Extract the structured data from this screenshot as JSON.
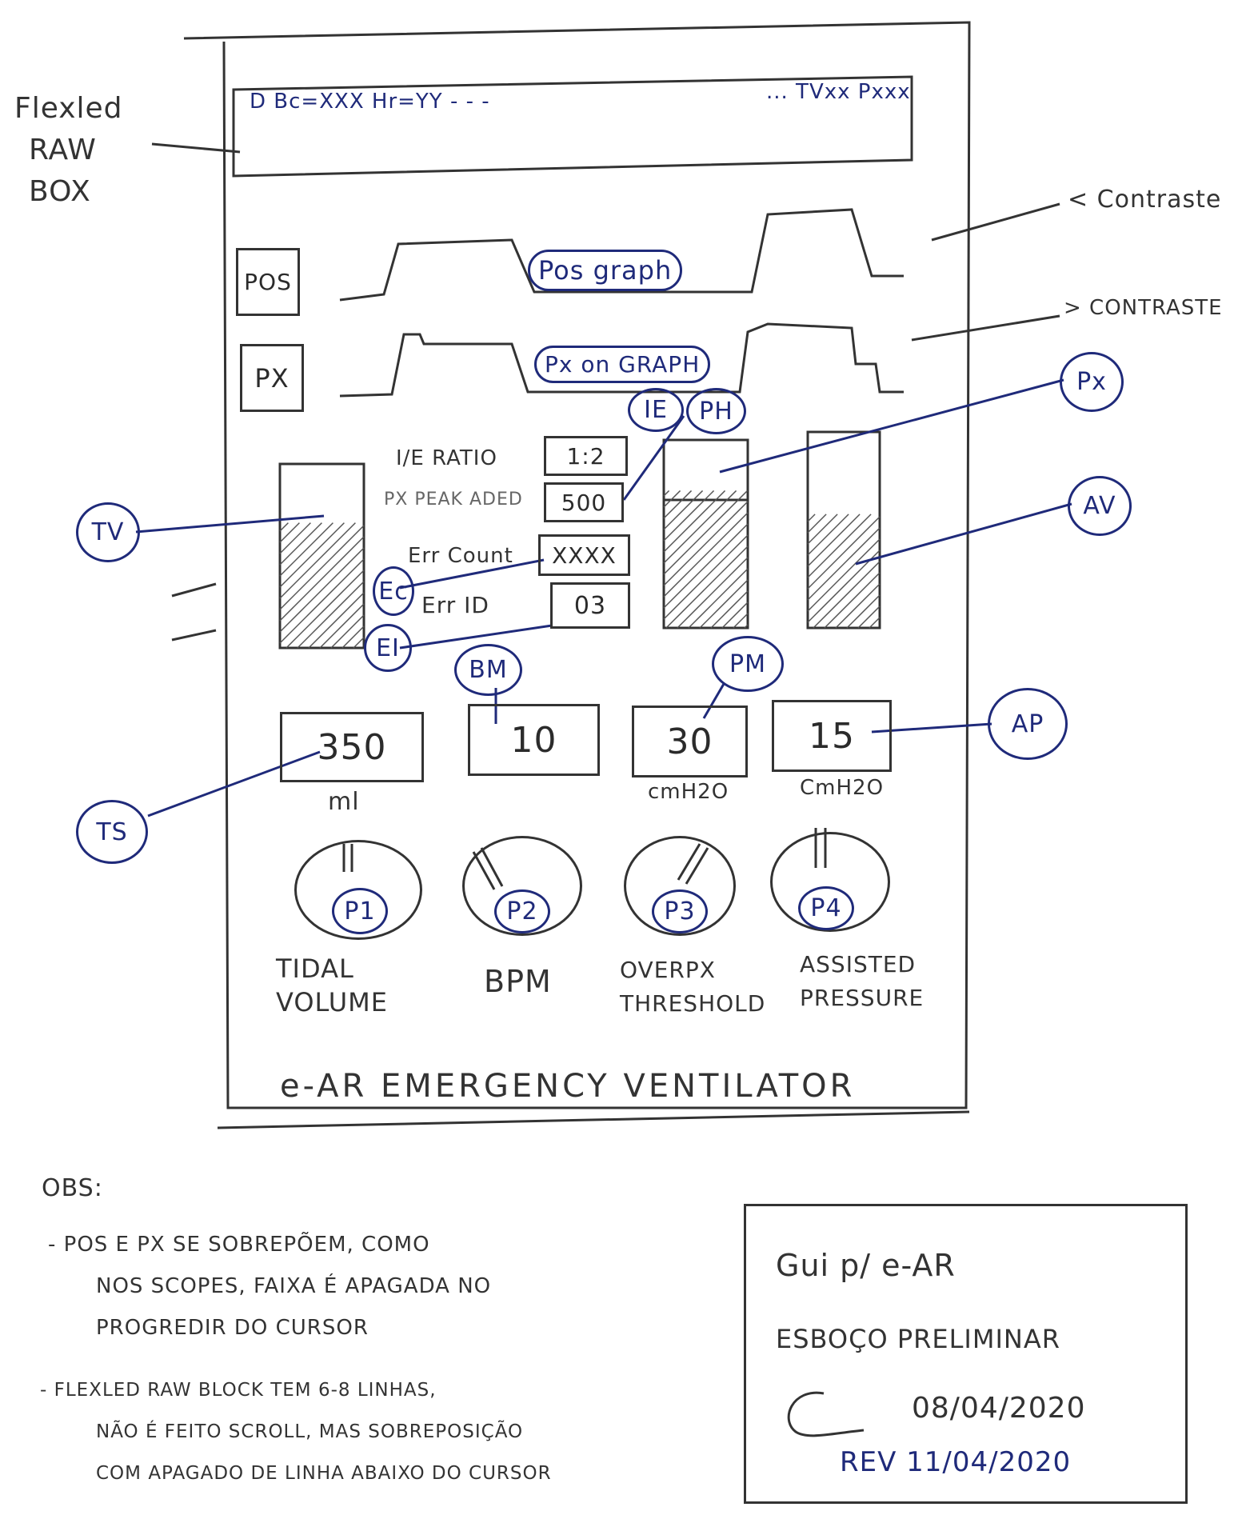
{
  "side_labels": {
    "raw_box": [
      "Flexled",
      "RAW",
      "BOX"
    ],
    "contrast_lt": "< Contraste",
    "contrast_gt": "> CONTRASTE"
  },
  "raw_box": {
    "left_text": "D Bc=XXX Hr=YY - - -",
    "right_text": "... TVxx Pxxx"
  },
  "graphs": [
    {
      "label": "POS",
      "caption": "Pos graph"
    },
    {
      "label": "PX",
      "caption": "Px on GRAPH"
    }
  ],
  "params": [
    {
      "label": "I/E RATIO",
      "value": "1:2",
      "tag": "IE"
    },
    {
      "label": "PX PEAK ADED",
      "value": "500",
      "tag": "PH"
    },
    {
      "label": "Err Count",
      "value": "XXXX",
      "tag": "Ec"
    },
    {
      "label": "Err ID",
      "value": "03",
      "tag": "EI"
    }
  ],
  "bar_tags": {
    "left": "TV",
    "right_top": "Px",
    "right_bottom": "AV"
  },
  "bar_levels": {
    "tv": 0.68,
    "ph": 0.73,
    "av": 0.58
  },
  "readouts": [
    {
      "value": "350",
      "unit": "ml",
      "tag": "TS"
    },
    {
      "value": "10",
      "unit": "",
      "tag": "BM"
    },
    {
      "value": "30",
      "unit": "cmH2O",
      "tag": "PM"
    },
    {
      "value": "15",
      "unit": "CmH2O",
      "tag": "AP"
    }
  ],
  "knobs": [
    {
      "tag": "P1",
      "label_lines": [
        "TIDAL",
        "VOLUME"
      ]
    },
    {
      "tag": "P2",
      "label_lines": [
        "BPM"
      ]
    },
    {
      "tag": "P3",
      "label_lines": [
        "OVERPX",
        "THRESHOLD"
      ]
    },
    {
      "tag": "P4",
      "label_lines": [
        "ASSISTED",
        "PRESSURE"
      ]
    }
  ],
  "footer_title": "e-AR EMERGENCY VENTILATOR",
  "notes": {
    "heading": "OBS:",
    "items": [
      [
        "- POS E PX SE SOBREPÕEM, COMO",
        "NOS SCOPES, FAIXA É APAGADA NO",
        "PROGREDIR DO CURSOR"
      ],
      [
        "- FLEXLED RAW BLOCK TEM 6-8 LINHAS,",
        "NÃO É FEITO SCROLL, MAS SOBREPOSIÇÃO",
        "COM APAGADO DE LINHA ABAIXO DO CURSOR"
      ]
    ]
  },
  "stamp": {
    "line1": "Gui p/ e-AR",
    "line2": "ESBOÇO PRELIMINAR",
    "date": "08/04/2020",
    "rev": "REV 11/04/2020"
  },
  "colors": {
    "pencil": "#333333",
    "ink": "#1f2a7a",
    "paper": "#ffffff"
  }
}
